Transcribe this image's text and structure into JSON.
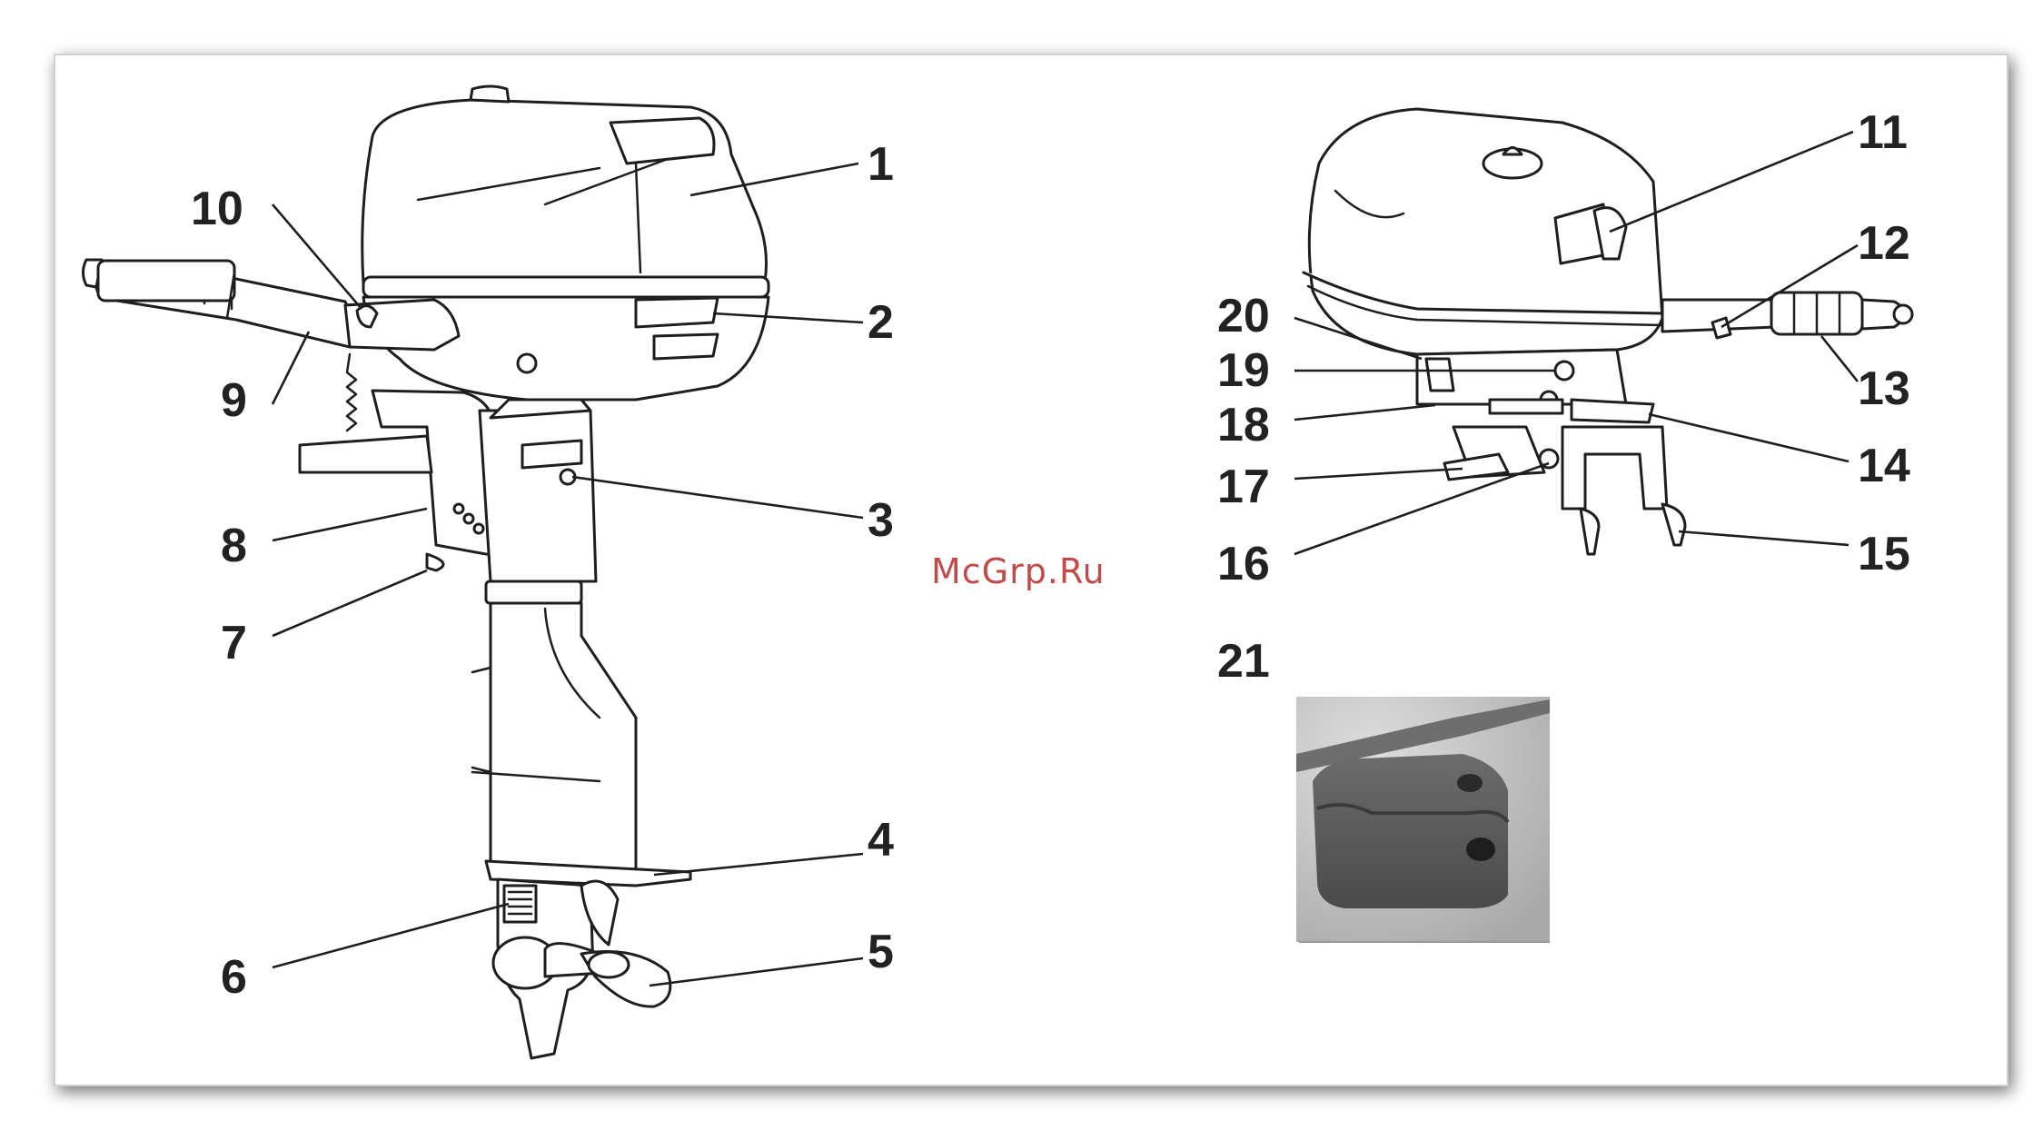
{
  "watermark": "McGrp.Ru",
  "callouts": [
    {
      "id": "1",
      "label": "1"
    },
    {
      "id": "2",
      "label": "2"
    },
    {
      "id": "3",
      "label": "3"
    },
    {
      "id": "4",
      "label": "4"
    },
    {
      "id": "5",
      "label": "5"
    },
    {
      "id": "6",
      "label": "6"
    },
    {
      "id": "7",
      "label": "7"
    },
    {
      "id": "8",
      "label": "8"
    },
    {
      "id": "9",
      "label": "9"
    },
    {
      "id": "10",
      "label": "10"
    },
    {
      "id": "11",
      "label": "11"
    },
    {
      "id": "12",
      "label": "12"
    },
    {
      "id": "13",
      "label": "13"
    },
    {
      "id": "14",
      "label": "14"
    },
    {
      "id": "15",
      "label": "15"
    },
    {
      "id": "16",
      "label": "16"
    },
    {
      "id": "17",
      "label": "17"
    },
    {
      "id": "18",
      "label": "18"
    },
    {
      "id": "19",
      "label": "19"
    },
    {
      "id": "20",
      "label": "20"
    },
    {
      "id": "21",
      "label": "21"
    }
  ]
}
